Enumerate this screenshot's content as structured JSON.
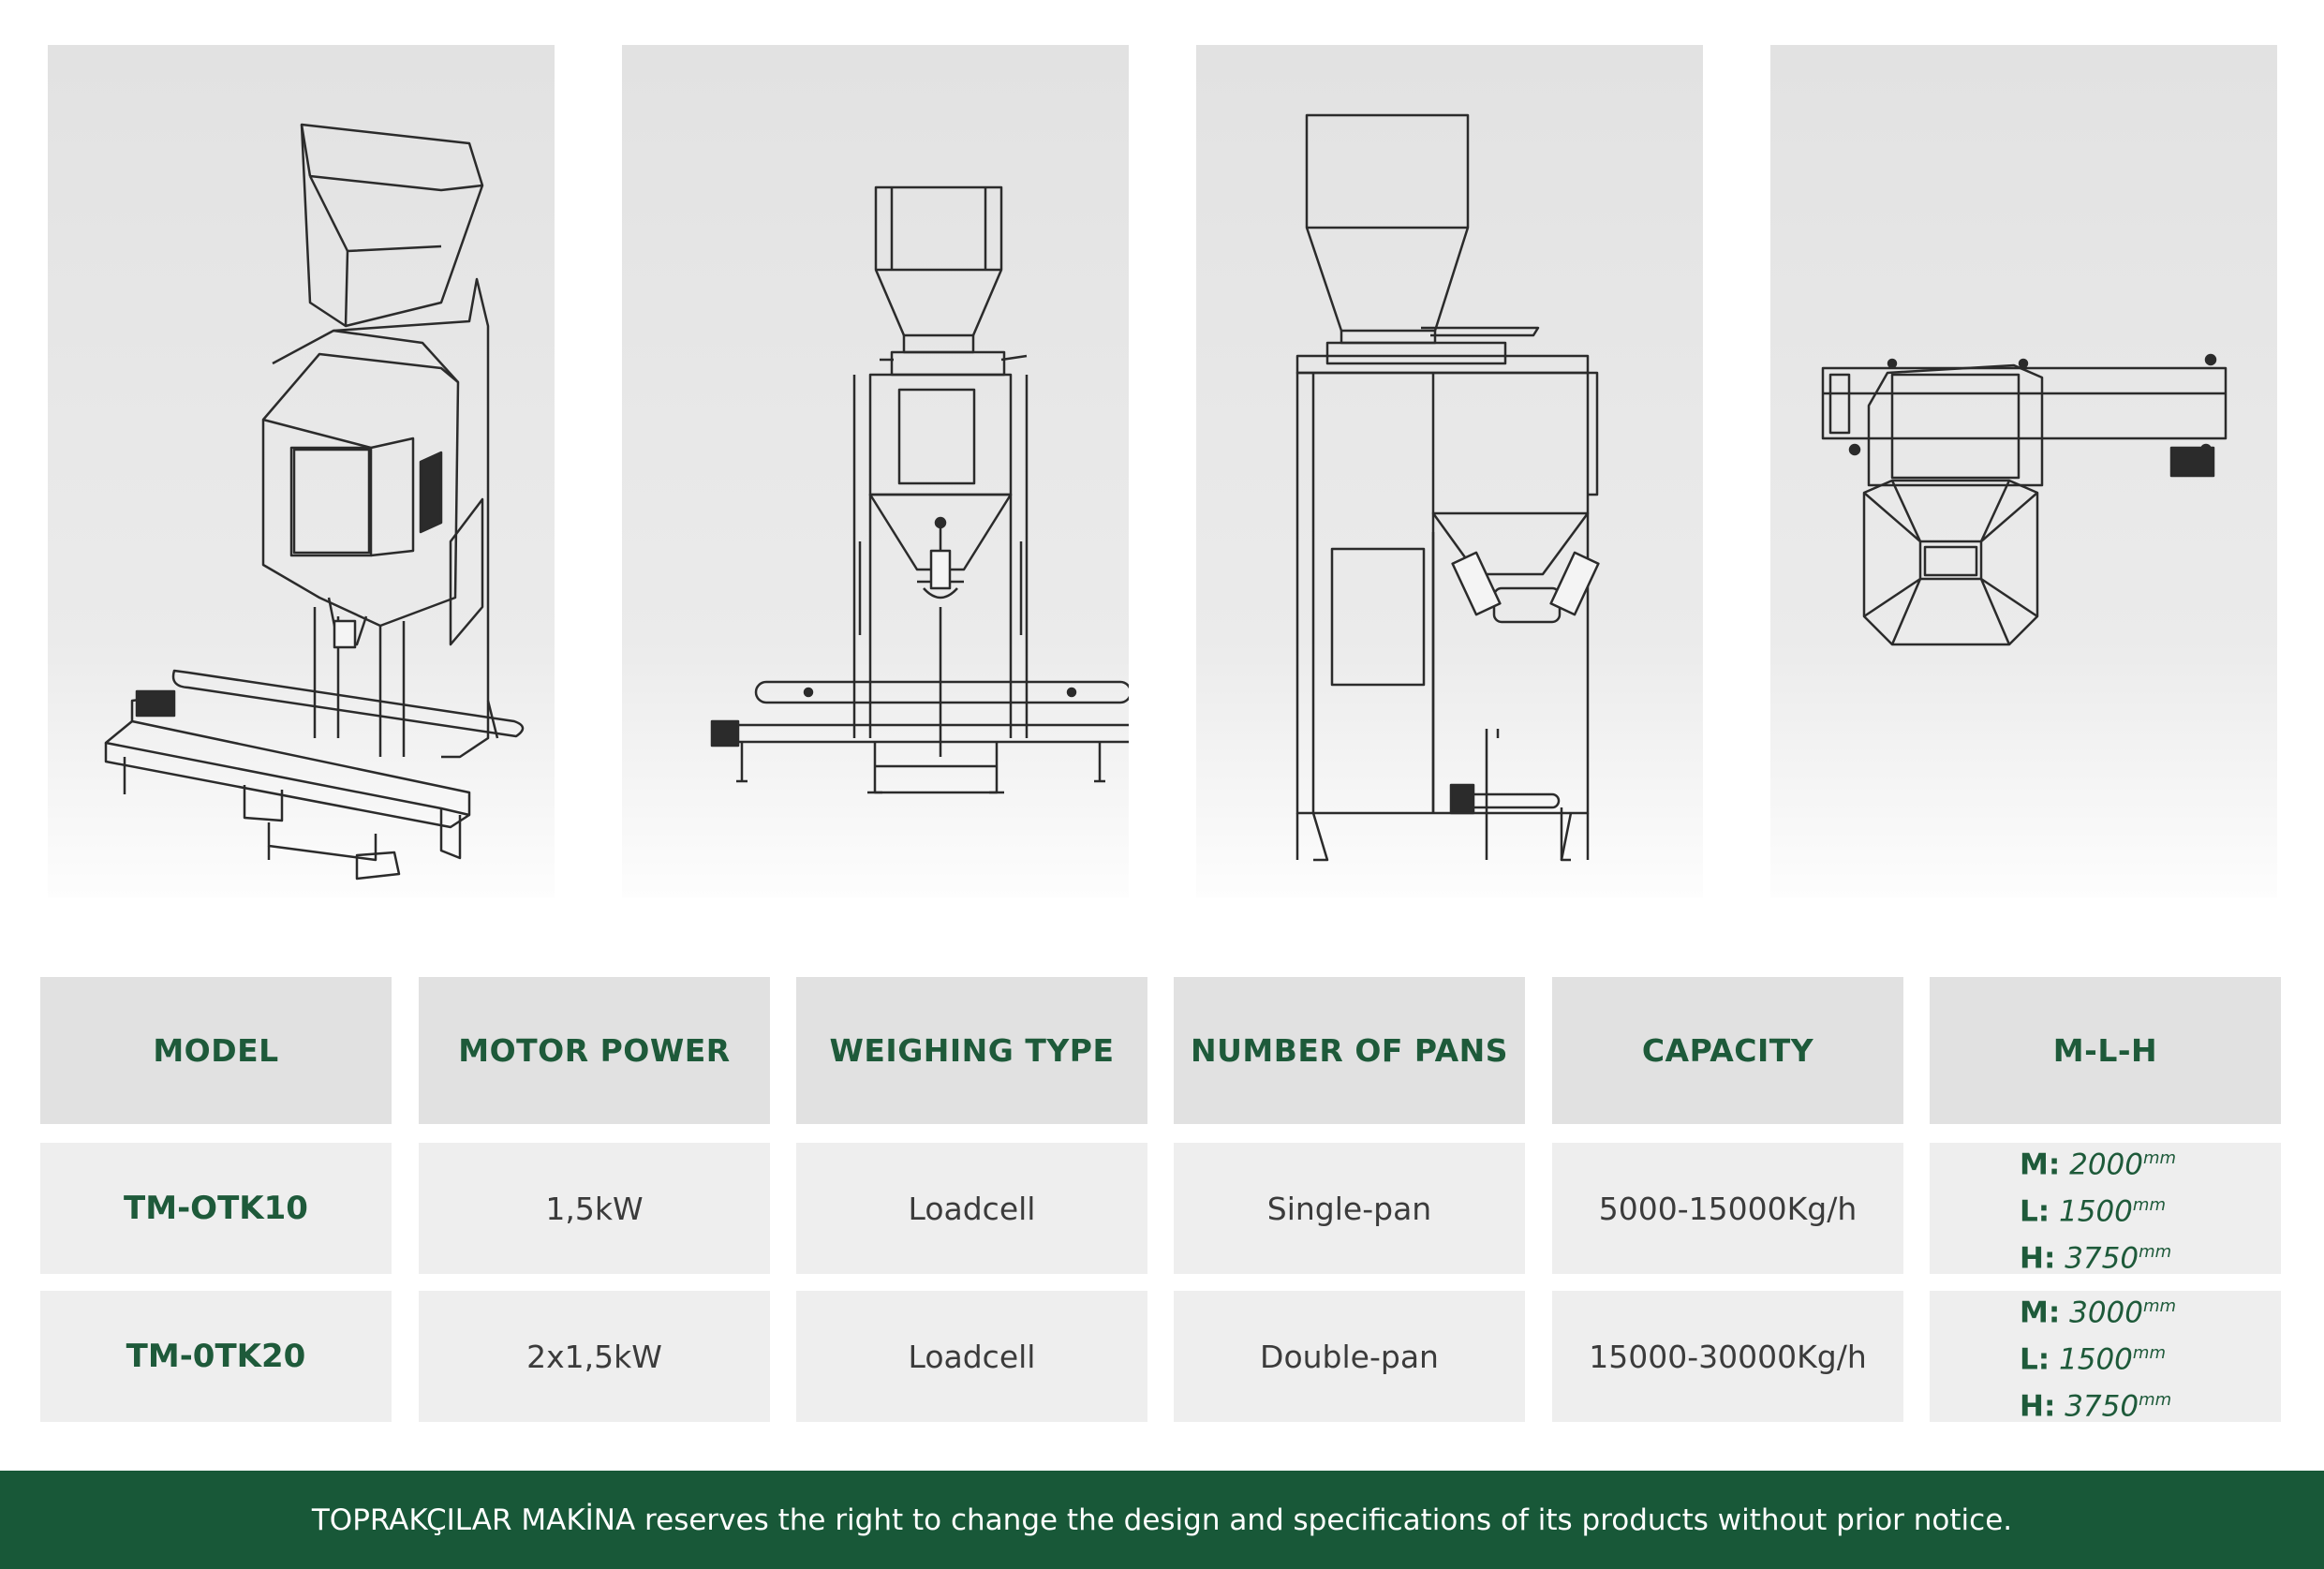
{
  "table": {
    "headers": [
      "MODEL",
      "MOTOR POWER",
      "WEIGHING TYPE",
      "NUMBER OF PANS",
      "CAPACITY",
      "M-L-H"
    ],
    "rows": [
      {
        "model": "TM-OTK10",
        "motor_power": "1,5kW",
        "weighing_type": "Loadcell",
        "number_of_pans": "Single-pan",
        "capacity": "5000-15000Kg/h",
        "mlh": {
          "m_label": "M:",
          "m_value": "2000",
          "l_label": "L:",
          "l_value": "1500",
          "h_label": "H:",
          "h_value": "3750",
          "unit": "mm"
        }
      },
      {
        "model": "TM-0TK20",
        "motor_power": "2x1,5kW",
        "weighing_type": "Loadcell",
        "number_of_pans": "Double-pan",
        "capacity": "15000-30000Kg/h",
        "mlh": {
          "m_label": "M:",
          "m_value": "3000",
          "l_label": "L:",
          "l_value": "1500",
          "h_label": "H:",
          "h_value": "3750",
          "unit": "mm"
        }
      }
    ]
  },
  "footer": {
    "notice": "TOPRAKÇILAR MAKİNA reserves the right to change the design and specifications of its products without prior notice."
  },
  "colors": {
    "accent": "#1e5a3a",
    "footer_bg": "#185838",
    "header_cell": "#e1e1e1",
    "row_cell": "#eeeeee"
  },
  "illustrations": [
    "machine-isometric-view",
    "machine-front-view",
    "machine-side-view",
    "machine-top-view"
  ]
}
